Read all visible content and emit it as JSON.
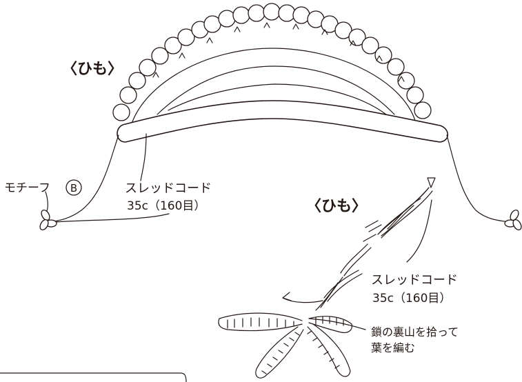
{
  "labels": {
    "cord_title_top": "〈ひも〉",
    "cord_title_detail": "〈ひも〉",
    "motif_label": "モチーフ",
    "motif_mark": "B",
    "thread_cord_1": "スレッドコード",
    "thread_cord_count_1": "35c（160目）",
    "thread_cord_2": "スレッドコード",
    "thread_cord_count_2": "35c（160目）",
    "leaf_note_line1": "鎖の裏山を拾って",
    "leaf_note_line2": "葉を編む"
  }
}
